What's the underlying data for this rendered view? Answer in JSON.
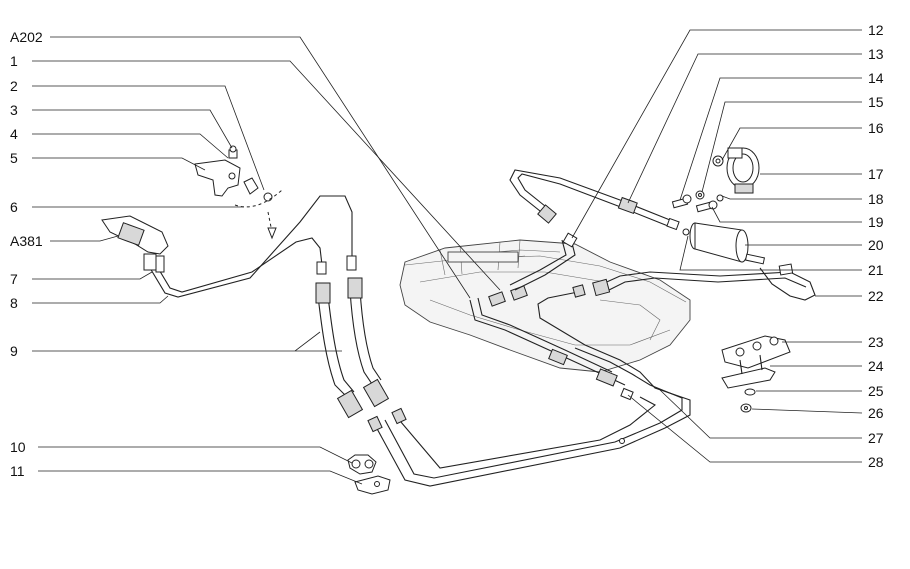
{
  "callouts": {
    "left": [
      {
        "id": "A202",
        "text": "A202"
      },
      {
        "id": "1",
        "text": "1"
      },
      {
        "id": "2",
        "text": "2"
      },
      {
        "id": "3",
        "text": "3"
      },
      {
        "id": "4",
        "text": "4"
      },
      {
        "id": "5",
        "text": "5"
      },
      {
        "id": "6",
        "text": "6"
      },
      {
        "id": "A381",
        "text": "A381"
      },
      {
        "id": "7",
        "text": "7"
      },
      {
        "id": "8",
        "text": "8"
      },
      {
        "id": "9",
        "text": "9"
      },
      {
        "id": "10",
        "text": "10"
      },
      {
        "id": "11",
        "text": "11"
      }
    ],
    "right": [
      {
        "id": "12",
        "text": "12"
      },
      {
        "id": "13",
        "text": "13"
      },
      {
        "id": "14",
        "text": "14"
      },
      {
        "id": "15",
        "text": "15"
      },
      {
        "id": "16",
        "text": "16"
      },
      {
        "id": "17",
        "text": "17"
      },
      {
        "id": "18",
        "text": "18"
      },
      {
        "id": "19",
        "text": "19"
      },
      {
        "id": "20",
        "text": "20"
      },
      {
        "id": "21",
        "text": "21"
      },
      {
        "id": "22",
        "text": "22"
      },
      {
        "id": "23",
        "text": "23"
      },
      {
        "id": "24",
        "text": "24"
      },
      {
        "id": "25",
        "text": "25"
      },
      {
        "id": "26",
        "text": "26"
      },
      {
        "id": "27",
        "text": "27"
      },
      {
        "id": "28",
        "text": "28"
      }
    ]
  }
}
